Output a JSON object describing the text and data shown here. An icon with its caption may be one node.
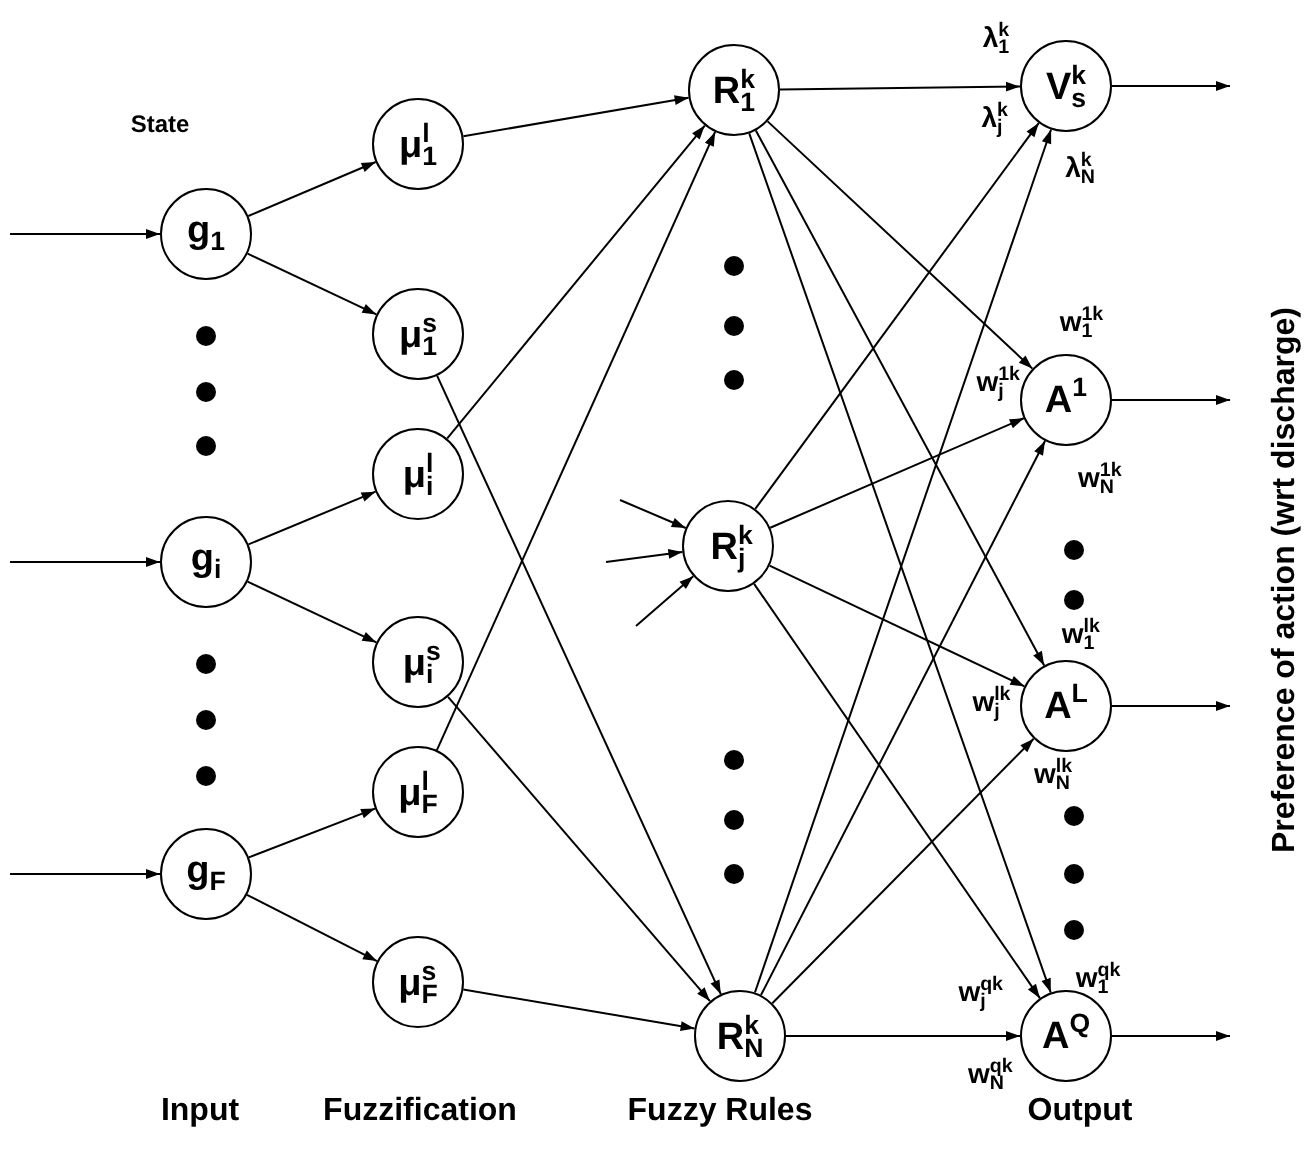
{
  "diagram": {
    "nodes": [
      {
        "text": [
          "g$_{1}$"
        ]
      },
      {
        "text": [
          "g$_{i}$"
        ]
      },
      {
        "text": [
          "g$_{F}$"
        ]
      },
      {
        "text": [
          "μ$^{l}$$_{1}$"
        ]
      },
      {
        "text": [
          "μ$^{s}$$_{1}$"
        ]
      },
      {
        "text": [
          "μ$^{l}$$_{i}$"
        ]
      },
      {
        "text": [
          "μ$^{s}$$_{i}$"
        ]
      },
      {
        "text": [
          "μ$^{l}$$_{F}$"
        ]
      },
      {
        "text": [
          "μ$^{s}$$_{F}$"
        ]
      },
      {
        "text": [
          "R$^{k}$$_{1}$"
        ]
      },
      {
        "text": [
          "R$^{k}$$_{j}$"
        ]
      },
      {
        "text": [
          "R$^{k}$$_{N}$"
        ]
      },
      {
        "text": [
          "V$^{k}$$_{s}$"
        ]
      },
      {
        "text": [
          "A$^{1}$"
        ]
      },
      {
        "text": [
          "A$^{L}$"
        ]
      },
      {
        "text": [
          "A$^{Q}$"
        ]
      }
    ],
    "edges": [
      {
        "from": null,
        "to": 0,
        "arrow": "to"
      },
      {
        "from": null,
        "to": 1,
        "arrow": "to"
      },
      {
        "from": null,
        "to": 2,
        "arrow": "to"
      },
      {
        "from": 0,
        "to": 3,
        "arrow": "to"
      },
      {
        "from": 0,
        "to": 4,
        "arrow": "to"
      },
      {
        "from": 1,
        "to": 5,
        "arrow": "to"
      },
      {
        "from": 1,
        "to": 6,
        "arrow": "to"
      },
      {
        "from": 2,
        "to": 7,
        "arrow": "to"
      },
      {
        "from": 2,
        "to": 8,
        "arrow": "to"
      },
      {
        "from": 3,
        "to": 9,
        "arrow": "to"
      },
      {
        "from": 5,
        "to": 9,
        "arrow": "to"
      },
      {
        "from": 7,
        "to": 9,
        "arrow": "to"
      },
      {
        "from": 4,
        "to": 11,
        "arrow": "to"
      },
      {
        "from": 6,
        "to": 11,
        "arrow": "to"
      },
      {
        "from": 8,
        "to": 11,
        "arrow": "to"
      },
      {
        "from": null,
        "to": 10,
        "arrow": "to"
      },
      {
        "from": null,
        "to": 10,
        "arrow": "to"
      },
      {
        "from": null,
        "to": 10,
        "arrow": "to"
      },
      {
        "from": 9,
        "to": 12,
        "arrow": "to"
      },
      {
        "from": 9,
        "to": 13,
        "arrow": "to"
      },
      {
        "from": 9,
        "to": 14,
        "arrow": "to"
      },
      {
        "from": 9,
        "to": 15,
        "arrow": "to"
      },
      {
        "from": 10,
        "to": 12,
        "arrow": "to"
      },
      {
        "from": 10,
        "to": 13,
        "arrow": "to"
      },
      {
        "from": 10,
        "to": 14,
        "arrow": "to"
      },
      {
        "from": 10,
        "to": 15,
        "arrow": "to"
      },
      {
        "from": 11,
        "to": 12,
        "arrow": "to"
      },
      {
        "from": 11,
        "to": 13,
        "arrow": "to"
      },
      {
        "from": 11,
        "to": 14,
        "arrow": "to"
      },
      {
        "from": 11,
        "to": 15,
        "arrow": "to"
      },
      {
        "from": 12,
        "to": null,
        "arrow": "to"
      },
      {
        "from": 13,
        "to": null,
        "arrow": "to"
      },
      {
        "from": 14,
        "to": null,
        "arrow": "to"
      },
      {
        "from": 15,
        "to": null,
        "arrow": "to"
      }
    ],
    "labels": [
      "State",
      "λ$^{k}$$_{1}$",
      "λ$^{k}$$_{j}$",
      "λ$^{k}$$_{N}$",
      "w$^{1k}$$_{1}$",
      "w$^{1k}$$_{j}$",
      "w$^{1k}$$_{N}$",
      "w$^{lk}$$_{1}$",
      "w$^{lk}$$_{j}$",
      "w$^{lk}$$_{N}$",
      "w$^{qk}$$_{1}$",
      "w$^{qk}$$_{j}$",
      "w$^{qk}$$_{N}$",
      "Input",
      "Fuzzification",
      "Fuzzy Rules",
      "Output",
      "Preference of action (wrt discharge)"
    ]
  }
}
